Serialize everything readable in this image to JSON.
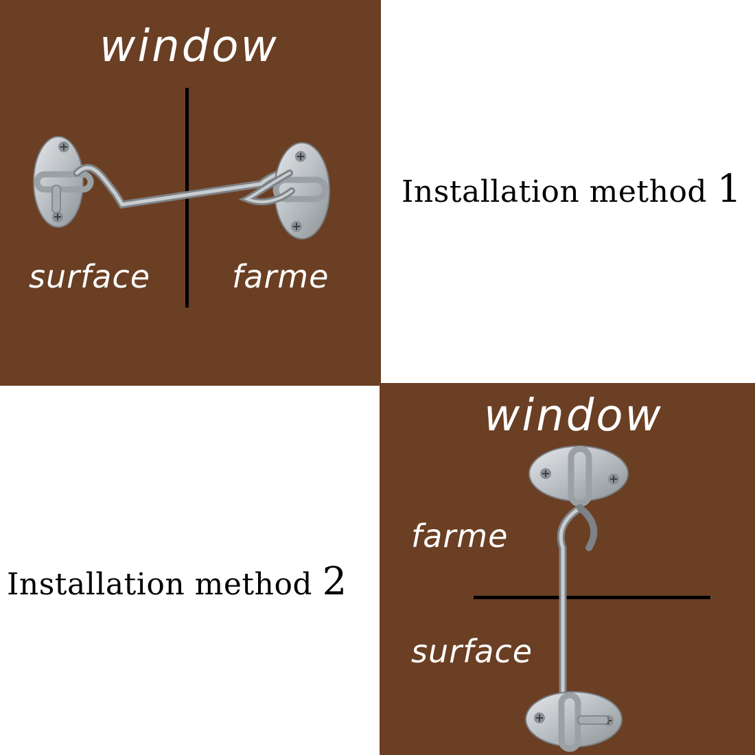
{
  "colors": {
    "panel_brown": "#6b3f24",
    "background": "#ffffff",
    "text_light": "#ffffff",
    "text_dark": "#000000",
    "metal": "#b9bec2"
  },
  "method_1": {
    "title": "window",
    "left_label": "surface",
    "right_label": "farme",
    "caption": "Installation method",
    "number": "1",
    "hardware_icon": "hook-and-eye-latch-icon"
  },
  "method_2": {
    "title": "window",
    "top_label": "farme",
    "bottom_label": "surface",
    "caption": "Installation method",
    "number": "2",
    "hardware_icon": "hook-and-eye-latch-icon"
  }
}
